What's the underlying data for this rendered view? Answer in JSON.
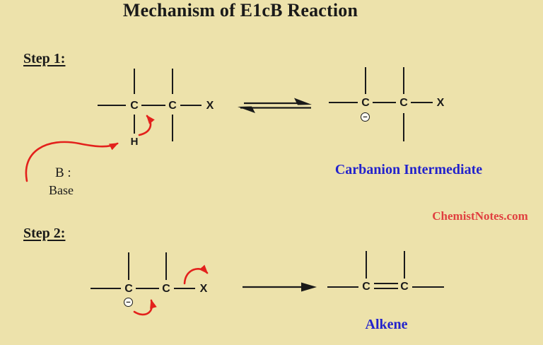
{
  "title": "Mechanism of E1cB Reaction",
  "watermark": "ChemistNotes.com",
  "colors": {
    "background": "#EDE2AB",
    "ink": "#1A1A1A",
    "label_blue": "#2323CC",
    "accent_red": "#E3211C",
    "watermark_red": "#E04040"
  },
  "step1": {
    "heading": "Step 1:",
    "reactant": {
      "c1": "C",
      "c2": "C",
      "h": "H",
      "x": "X"
    },
    "base": {
      "symbol": "B :",
      "label": "Base"
    },
    "product": {
      "c1": "C",
      "c2": "C",
      "x": "X",
      "charge": "−"
    },
    "product_label": "Carbanion Intermediate"
  },
  "step2": {
    "heading": "Step 2:",
    "reactant": {
      "c1": "C",
      "c2": "C",
      "x": "X",
      "charge": "−"
    },
    "product": {
      "c1": "C",
      "c2": "C"
    },
    "product_label": "Alkene"
  }
}
